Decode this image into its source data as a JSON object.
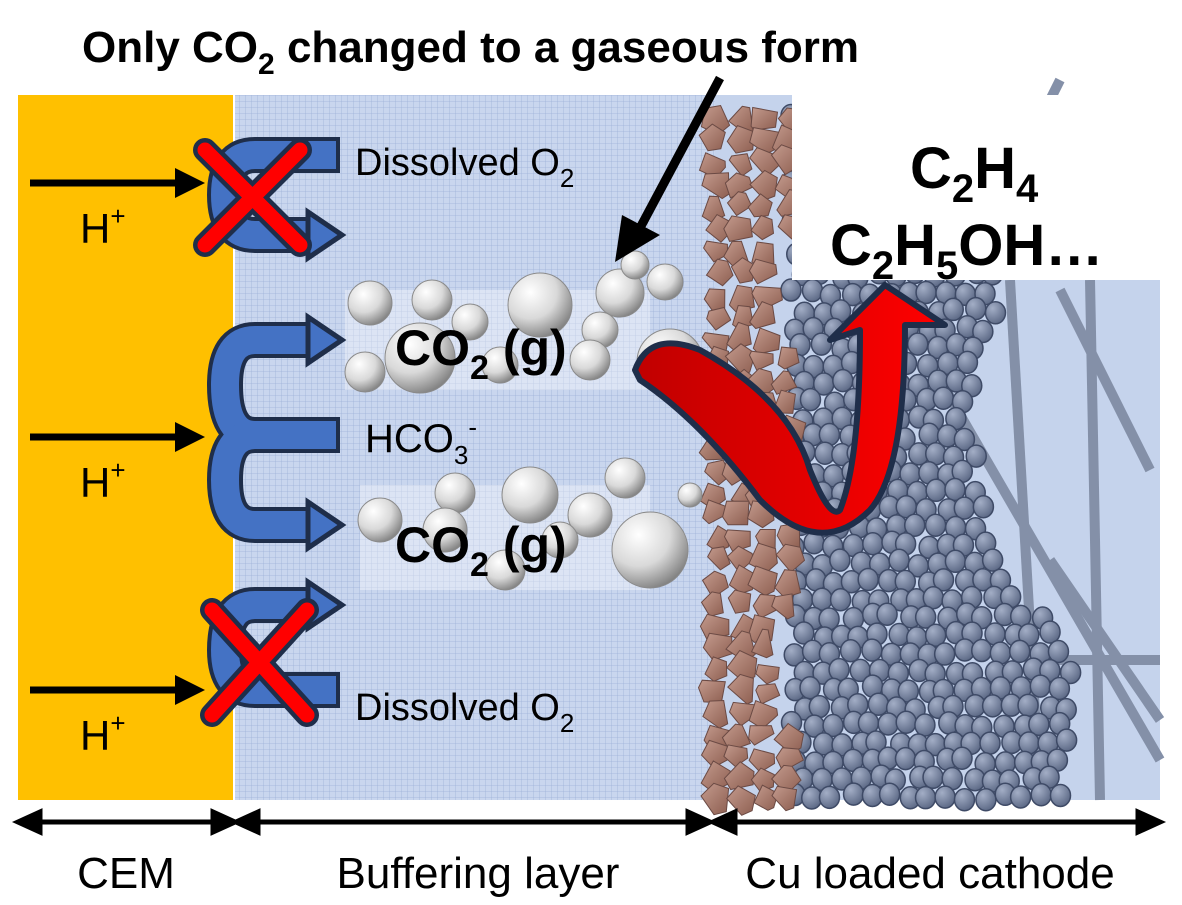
{
  "title": {
    "pre": "Only CO",
    "sub": "2",
    "post": " changed to a gaseous form"
  },
  "products": {
    "line1": {
      "a": "C",
      "a_sub": "2",
      "b": "H",
      "b_sub": "4"
    },
    "line2": {
      "a": "C",
      "a_sub": "2",
      "b": "H",
      "b_sub": "5",
      "c": "OH…"
    }
  },
  "proton": {
    "base": "H",
    "sup": "+"
  },
  "dissolved_o2": {
    "base": "Dissolved O",
    "sub": "2"
  },
  "bicarbonate": {
    "base": "HCO",
    "sub": "3",
    "sup": "-"
  },
  "co2_gas": {
    "base": "CO",
    "sub": "2",
    "post": " (g)"
  },
  "regions": {
    "cem": "CEM",
    "buffer": "Buffering layer",
    "cathode": "Cu loaded cathode"
  },
  "colors": {
    "cem": "#FFC000",
    "buffer": "#C5D3EC",
    "cathode_bg": "#C5D3EC",
    "blue_arrow": "#4472C4",
    "red_arrow": "#FF0000",
    "red_x": "#FF0000",
    "cu_particle": "#A7786A",
    "carbon_particle": "#6E7B98",
    "fiber": "#8490A8"
  }
}
